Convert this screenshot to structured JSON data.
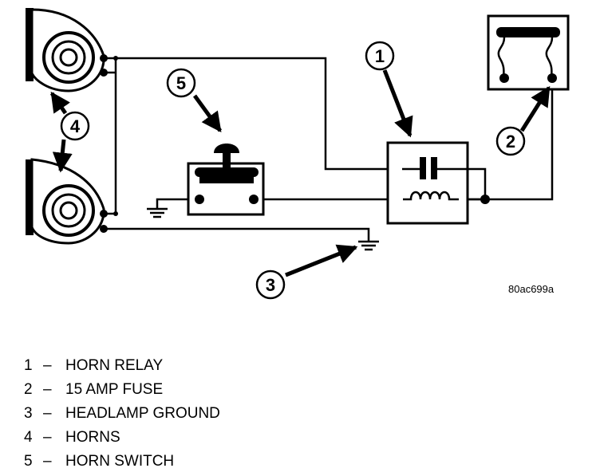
{
  "callouts": {
    "relay": "1",
    "fuse": "2",
    "ground": "3",
    "horns": "4",
    "switch": "5"
  },
  "figure_code": "80ac699a",
  "legend": [
    {
      "num": "1",
      "dash": "–",
      "text": "HORN RELAY"
    },
    {
      "num": "2",
      "dash": "–",
      "text": "15 AMP FUSE"
    },
    {
      "num": "3",
      "dash": "–",
      "text": "HEADLAMP GROUND"
    },
    {
      "num": "4",
      "dash": "–",
      "text": "HORNS"
    },
    {
      "num": "5",
      "dash": "–",
      "text": "HORN SWITCH"
    }
  ]
}
